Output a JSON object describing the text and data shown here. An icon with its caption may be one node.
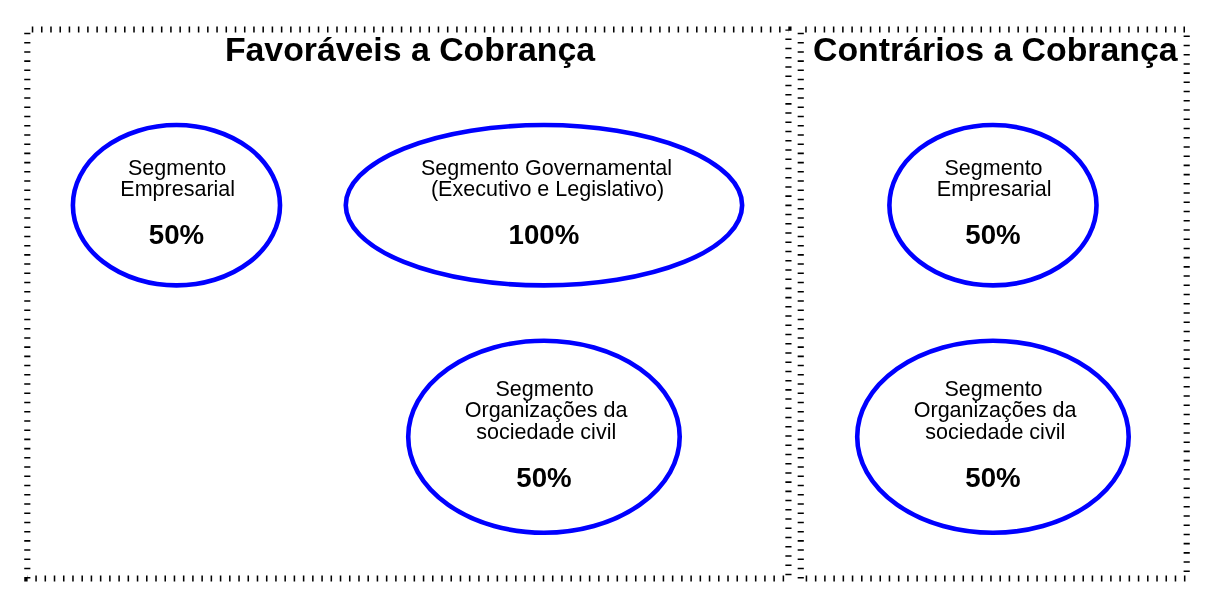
{
  "diagram": {
    "nodes": [
      {
        "text": [
          "Favoráveis a Cobrança"
        ]
      },
      {
        "text": [
          "Segmento Governamental (Executivo e Legislativo)",
          "100%"
        ],
        "in": 0
      },
      {
        "text": [
          "Segmento Empresarial",
          "50%"
        ],
        "in": 0
      },
      {
        "text": [
          "Segmento Organizações da sociedade civil",
          "50%"
        ],
        "in": 0
      },
      {
        "text": [
          "Contrários a Cobrança"
        ]
      },
      {
        "text": [
          "Segmento Empresarial",
          "50%"
        ],
        "in": 4
      },
      {
        "text": [
          "Segmento Organizações da sociedade civil",
          "50%"
        ],
        "in": 4
      }
    ]
  }
}
